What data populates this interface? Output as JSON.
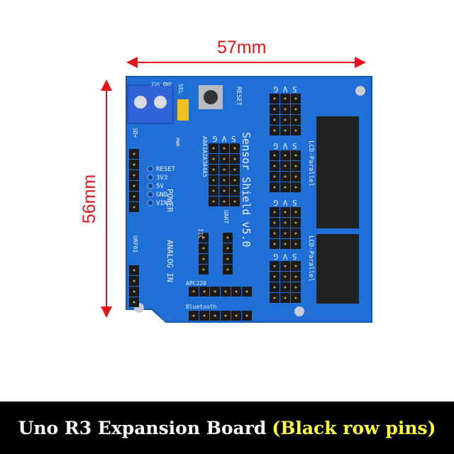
{
  "dimensions": {
    "width_label": "57mm",
    "height_label": "56mm",
    "color": "#e8141b"
  },
  "board": {
    "color": "#1f6fd6",
    "title": "Sensor Shield v5.0",
    "labels": {
      "reset_button": "RESET",
      "power": "POWER",
      "analog_in": "ANALOG IN",
      "lcd1": "LCD-Parallel",
      "lcd2": "LCD-Parallel",
      "apc": "APC220",
      "bluetooth": "Bluetooth",
      "iic": "IIC",
      "uart": "UART",
      "sd": "SD+",
      "urf": "URF01",
      "pwr": "PWR",
      "sel": "SEL",
      "gnd_vcc": "GND VCC",
      "power_pins": [
        "RESET",
        "3V3",
        "5V",
        "GND",
        "VIN"
      ],
      "analog_pins": "A0A1A2A3A4A5",
      "svg": "S V G"
    }
  },
  "banner": {
    "main_text": "Uno R3 Expansion Board",
    "highlight_text": "(Black row pins)",
    "highlight_color": "#ffff33"
  }
}
